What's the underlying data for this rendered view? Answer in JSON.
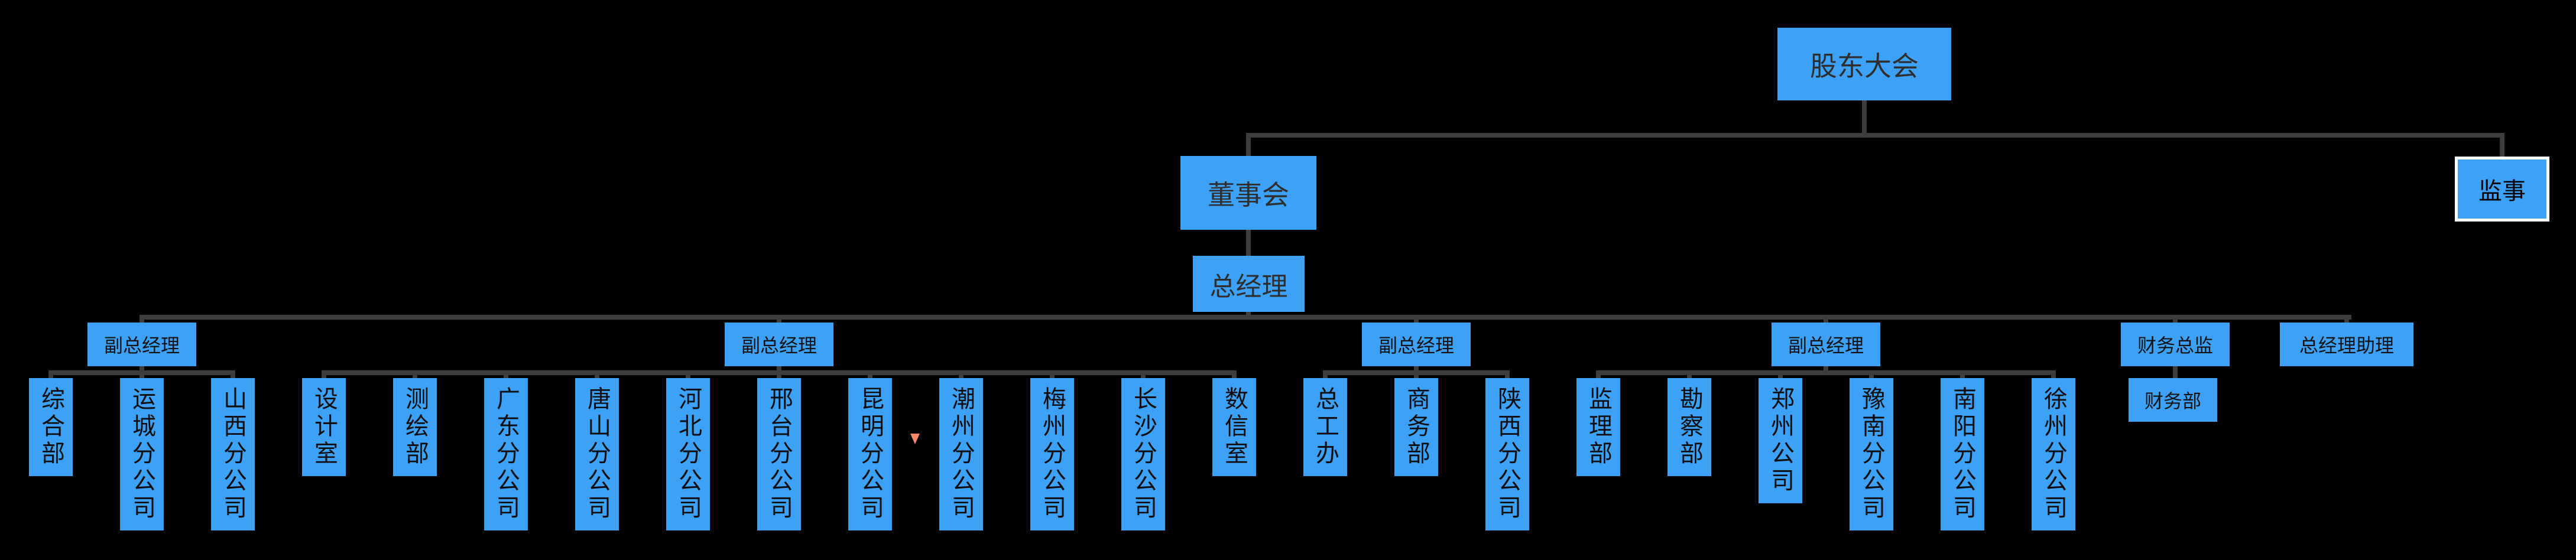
{
  "nodes": {
    "shareholders": "股东大会",
    "board": "董事会",
    "supervisor": "监事",
    "general_manager": "总经理",
    "deputy_gm_1": "副总经理",
    "deputy_gm_2": "副总经理",
    "deputy_gm_3": "副总经理",
    "deputy_gm_4": "副总经理",
    "finance_director": "财务总监",
    "gm_assistant": "总经理助理",
    "finance_dept": "财务部"
  },
  "departments": {
    "group1": [
      "综合部",
      "运城分公司",
      "山西分公司"
    ],
    "group2": [
      "设计室",
      "测绘部",
      "广东分公司",
      "唐山分公司",
      "河北分公司",
      "邢台分公司",
      "昆明分公司",
      "潮州分公司",
      "梅州分公司",
      "长沙分公司",
      "数信室"
    ],
    "group3": [
      "总工办",
      "商务部",
      "陕西分公司"
    ],
    "group4": [
      "监理部",
      "勘察部",
      "郑州公司",
      "豫南分公司",
      "南阳分公司",
      "徐州分公司"
    ]
  },
  "colors": {
    "background": "#000000",
    "node_fill": "#3da2f7",
    "connector": "#3d3d3d",
    "supervisor_highlight_border": "#ffffff",
    "cursor_marker": "#f9876b"
  },
  "cursor": {
    "shape": "small triangle pointing down",
    "near": "昆明分公司 right side"
  }
}
